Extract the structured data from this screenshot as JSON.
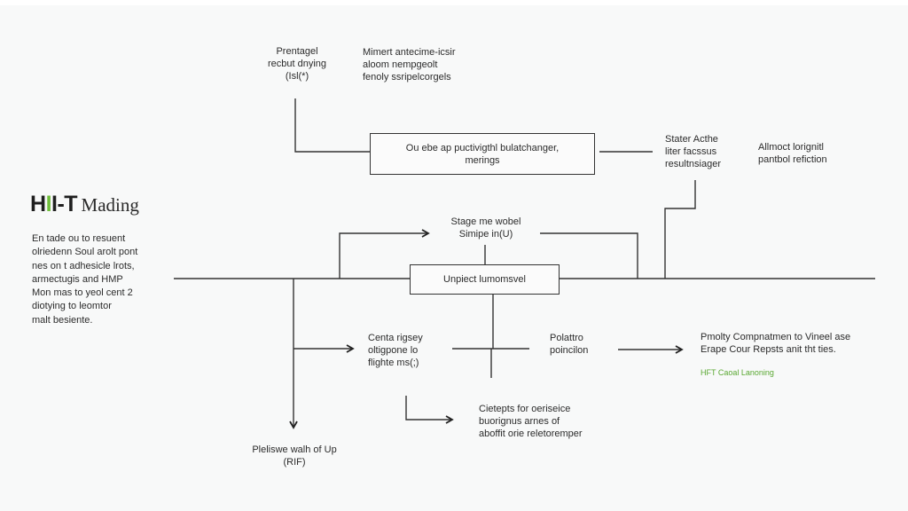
{
  "title": {
    "main": "H",
    "accent": "I",
    "rest": "I-T",
    "suffix": "Mading"
  },
  "description": [
    "En tade ou to resuent",
    "olriedenn Soul arolt pont",
    "nes on t adhesicle lrots,",
    "armectugis and HMP",
    "Mon mas to yeol cent 2",
    "diotying to leomtor",
    "malt besiente."
  ],
  "nodes": {
    "top_left_label": [
      "Prentagel",
      "recbut dnying",
      "(Isl(*)"
    ],
    "top_mid_label": [
      "Mimert antecime-icsir",
      "aloom nempgeolt",
      "fenoly ssripelcorgels"
    ],
    "top_box": [
      "Ou ebe ap puctivigthl bulatchanger,",
      "merings"
    ],
    "right_top_label": [
      "Stater Acthe",
      "liter facssus",
      "resultnsiager"
    ],
    "far_right_label": [
      "Allmoct lorignitl",
      "pantbol refiction"
    ],
    "stage_label": [
      "Stage me wobel",
      "Simipe in(U)"
    ],
    "center_box": [
      "Unpiect lumomsvel"
    ],
    "center_left_label": [
      "Centa rigsey",
      "oltigpone lo",
      "flighte ms(;)"
    ],
    "center_right_label": [
      "Polattro",
      "poincilon"
    ],
    "far_right_bottom_label": [
      "Pmolty Compnatmen to Vineel ase",
      "Erape Cour Repsts anit tht ties."
    ],
    "far_right_note": "HFT Caoal Lanoning",
    "bottom_mid_label": [
      "Cietepts for oeriseice",
      "buorignus arnes of",
      "aboffit orie reletoremper"
    ],
    "bottom_left_label": [
      "Pleliswe walh of Up",
      "(RIF)"
    ]
  },
  "colors": {
    "accent": "#6fbf3b",
    "line": "#333333",
    "background": "#f8f9f9",
    "note": "#5aa832"
  }
}
